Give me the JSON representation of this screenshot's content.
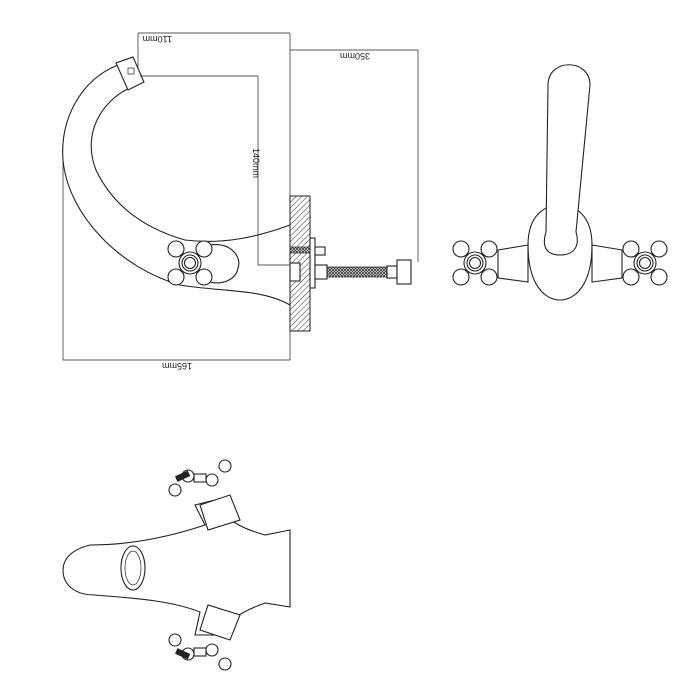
{
  "dimensions": {
    "spout_reach": "110mm",
    "hose_length": "350mm",
    "spout_height": "140mm",
    "total_height": "165mm"
  },
  "colors": {
    "line": "#222222",
    "background": "#ffffff"
  }
}
